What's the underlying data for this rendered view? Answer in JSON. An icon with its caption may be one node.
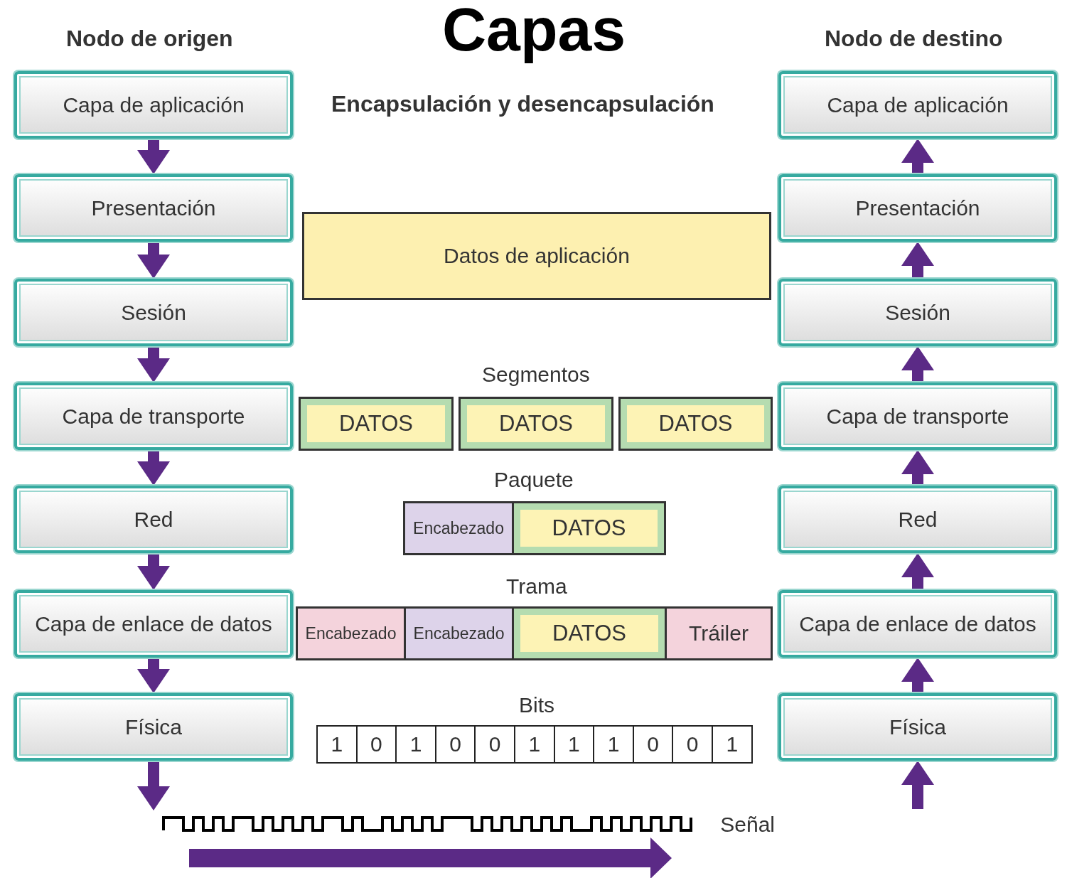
{
  "diagram": {
    "title": "Capas",
    "nodes": [
      {
        "text": [
          "Capa de aplicación"
        ]
      },
      {
        "text": [
          "Presentación"
        ]
      },
      {
        "text": [
          "Sesión"
        ]
      },
      {
        "text": [
          "Capa de transporte"
        ]
      },
      {
        "text": [
          "Red"
        ]
      },
      {
        "text": [
          "Capa de enlace de datos"
        ]
      },
      {
        "text": [
          "Física"
        ]
      },
      {
        "text": [
          "Capa de aplicación"
        ]
      },
      {
        "text": [
          "Presentación"
        ]
      },
      {
        "text": [
          "Sesión"
        ]
      },
      {
        "text": [
          "Capa de transporte"
        ]
      },
      {
        "text": [
          "Red"
        ]
      },
      {
        "text": [
          "Capa de enlace de datos"
        ]
      },
      {
        "text": [
          "Física"
        ]
      },
      {
        "text": [
          "Datos de aplicación"
        ]
      },
      {
        "text": [
          "DATOS"
        ]
      },
      {
        "text": [
          "DATOS"
        ]
      },
      {
        "text": [
          "DATOS"
        ]
      },
      {
        "text": [
          "Encabezado"
        ]
      },
      {
        "text": [
          "DATOS"
        ]
      },
      {
        "text": [
          "Encabezado"
        ]
      },
      {
        "text": [
          "Encabezado"
        ]
      },
      {
        "text": [
          "DATOS"
        ]
      },
      {
        "text": [
          "Tráiler"
        ]
      },
      {
        "text": [
          "1"
        ]
      },
      {
        "text": [
          "0"
        ]
      },
      {
        "text": [
          "1"
        ]
      },
      {
        "text": [
          "0"
        ]
      },
      {
        "text": [
          "0"
        ]
      },
      {
        "text": [
          "1"
        ]
      },
      {
        "text": [
          "1"
        ]
      },
      {
        "text": [
          "1"
        ]
      },
      {
        "text": [
          "0"
        ]
      },
      {
        "text": [
          "0"
        ]
      },
      {
        "text": [
          "1"
        ]
      },
      {
        "text": [
          "Señal"
        ]
      }
    ],
    "edges": [
      {
        "from": 0,
        "to": 1,
        "arrow": "to"
      },
      {
        "from": 1,
        "to": 2,
        "arrow": "to"
      },
      {
        "from": 2,
        "to": 3,
        "arrow": "to"
      },
      {
        "from": 3,
        "to": 4,
        "arrow": "to"
      },
      {
        "from": 4,
        "to": 5,
        "arrow": "to"
      },
      {
        "from": 5,
        "to": 6,
        "arrow": "to"
      },
      {
        "from": 6,
        "to": 35,
        "arrow": "to"
      },
      {
        "from": 8,
        "to": 7,
        "arrow": "to"
      },
      {
        "from": 9,
        "to": 8,
        "arrow": "to"
      },
      {
        "from": 10,
        "to": 9,
        "arrow": "to"
      },
      {
        "from": 11,
        "to": 10,
        "arrow": "to"
      },
      {
        "from": 12,
        "to": 11,
        "arrow": "to"
      },
      {
        "from": 13,
        "to": 12,
        "arrow": "to"
      },
      {
        "from": null,
        "to": 13,
        "arrow": "to"
      }
    ],
    "labels": [
      "Nodo de origen",
      "Nodo de destino",
      "Encapsulación y desencapsulación",
      "Segmentos",
      "Paquete",
      "Trama",
      "Bits"
    ]
  }
}
